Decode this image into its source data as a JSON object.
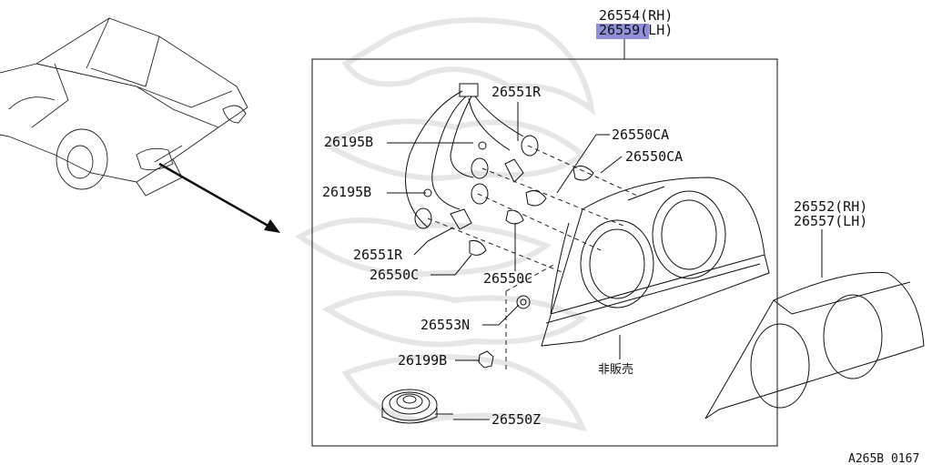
{
  "parts": {
    "assembly_rh": "26554(RH)",
    "assembly_lh": "26559(LH)",
    "socket_r_top": "26551R",
    "screw_top": "26195B",
    "screw_mid": "26195B",
    "socket_r_low": "26551R",
    "bulb_c_low": "26550C",
    "bulb_ca_1": "26550CA",
    "bulb_ca_2": "26550CA",
    "bulb_c_mid": "26550C",
    "nut_n": "26553N",
    "nut_b": "26199B",
    "harness": "26550Z",
    "lens_rh": "26552(RH)",
    "lens_lh": "26557(LH)",
    "not_sold": "非販売"
  },
  "diagram_code": "A265B 0167",
  "colors": {
    "highlight": "#8f8fd8",
    "line": "#111111",
    "watermark": "#e6e6e6"
  }
}
